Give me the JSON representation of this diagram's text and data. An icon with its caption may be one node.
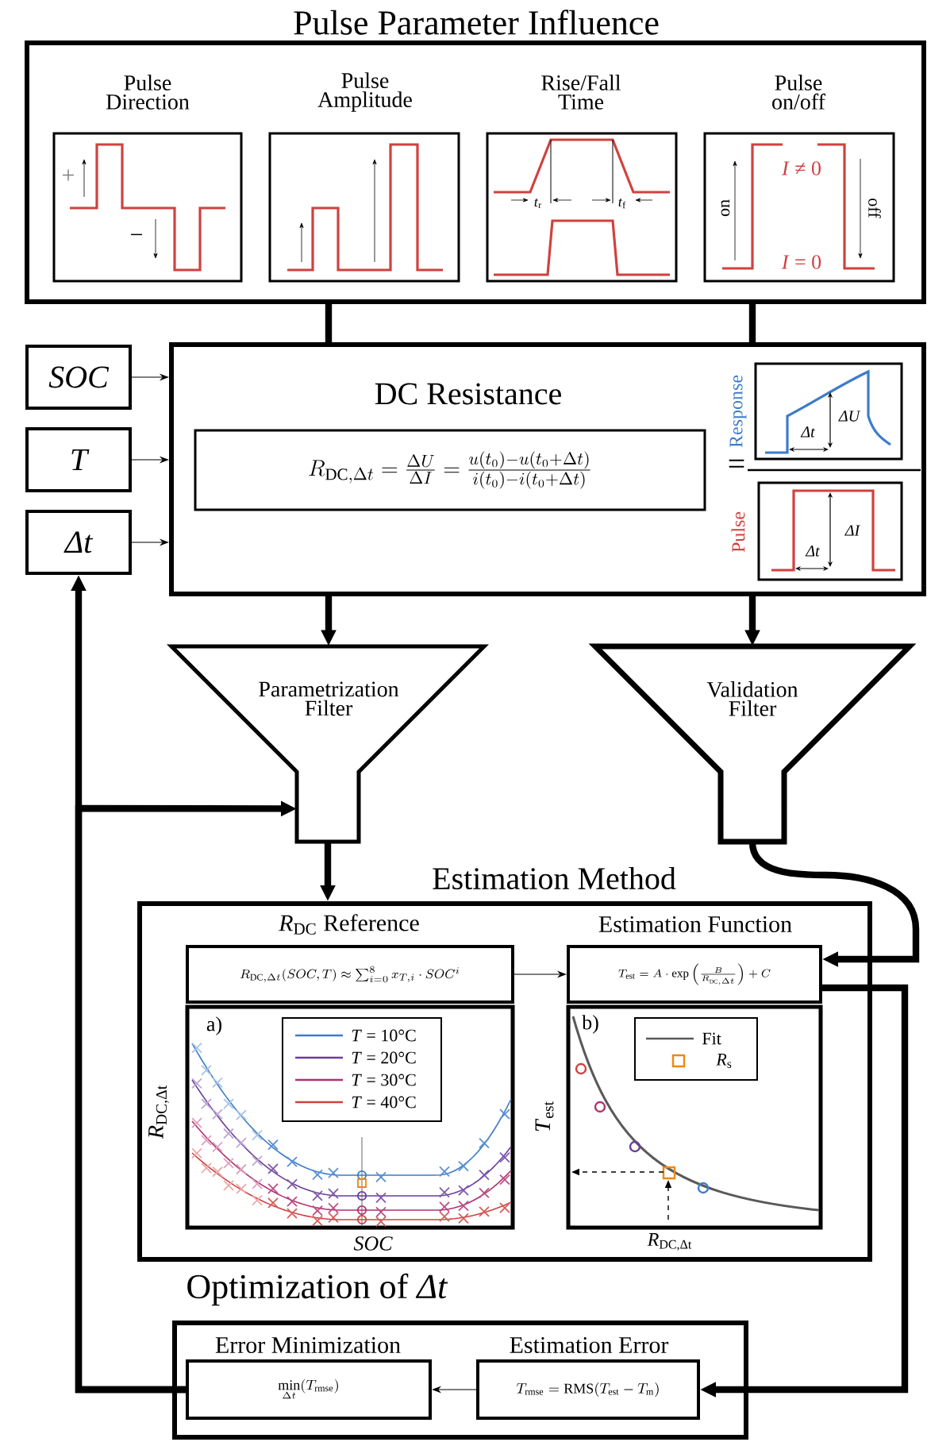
{
  "diagram": {
    "nodes": [
      {
        "text": [
          "Pulse Parameter Influence"
        ]
      },
      {
        "text": [
          "Pulse Direction"
        ],
        "in": 0
      },
      {
        "text": [
          "Pulse Amplitude"
        ],
        "in": 0
      },
      {
        "text": [
          "Rise/Fall Time"
        ],
        "in": 0
      },
      {
        "text": [
          "Pulse on/off"
        ],
        "in": 0
      },
      {
        "text": [
          "SOC"
        ]
      },
      {
        "text": [
          "T"
        ]
      },
      {
        "text": [
          "Δt"
        ]
      },
      {
        "text": [
          "DC Resistance"
        ]
      },
      {
        "text": [
          "R_{\\mathrm{DC},\\Delta t} = \\frac{\\Delta U}{\\Delta I} = \\frac{u(t_0)-u(t_0+\\Delta t)}{i(t_0)-i(t_0+\\Delta t)}"
        ],
        "in": 8
      },
      {
        "text": [
          "Response"
        ],
        "in": 8
      },
      {
        "text": [
          "Pulse"
        ],
        "in": 8
      },
      {
        "text": [
          "Parametrization Filter"
        ]
      },
      {
        "text": [
          "Validation Filter"
        ]
      },
      {
        "text": [
          "Estimation Method"
        ]
      },
      {
        "text": [
          "*R*$_{DC}$ Reference",
          "R_{\\mathrm{DC},\\Delta t}(SOC,T) \\approx \\sum_{i=0}^{8} x_{T,i} \\cdot SOC^{i}"
        ],
        "in": 14
      },
      {
        "text": [
          "Estimation Function",
          "T_{\\mathrm{est}} = A \\cdot \\exp\\left(\\frac{B}{R_{\\mathrm{DC},\\Delta t}}\\right) + C"
        ],
        "in": 14
      },
      {
        "text": [
          "a)"
        ],
        "in": 14,
        "beside": [
          "*R*$_{DC,Δt}$",
          "SOC"
        ]
      },
      {
        "text": [
          "b)"
        ],
        "in": 14,
        "beside": [
          "*T*$_{est}$",
          "*R*$_{DC,Δt}$"
        ]
      },
      {
        "text": [
          "Optimization of *Δt*"
        ]
      },
      {
        "text": [
          "Error Minimization",
          "\\min\\limits_{\\Delta t}(T_{\\mathrm{rmse}})"
        ],
        "in": 19
      },
      {
        "text": [
          "Estimation Error",
          "T_{\\mathrm{rmse}} = \\mathrm{RMS}(T_{\\mathrm{est}} - T_{\\mathrm{m}})"
        ],
        "in": 19
      }
    ],
    "edges": [
      {
        "from": 0,
        "to": 8,
        "arrow": "none"
      },
      {
        "from": 0,
        "to": 8,
        "arrow": "none"
      },
      {
        "from": 5,
        "to": 8,
        "arrow": "to"
      },
      {
        "from": 6,
        "to": 8,
        "arrow": "to"
      },
      {
        "from": 7,
        "to": 8,
        "arrow": "to"
      },
      {
        "from": 8,
        "to": 12,
        "arrow": "to"
      },
      {
        "from": 8,
        "to": 13,
        "arrow": "to"
      },
      {
        "from": 12,
        "to": 14,
        "arrow": "to"
      },
      {
        "from": 13,
        "to": 16,
        "arrow": "to"
      },
      {
        "from": 15,
        "to": 16,
        "arrow": "to"
      },
      {
        "from": 16,
        "to": 21,
        "arrow": "to"
      },
      {
        "from": 21,
        "to": 20,
        "arrow": "to"
      },
      {
        "from": 20,
        "to": 7,
        "arrow": "to"
      },
      {
        "from": 20,
        "to": 12,
        "arrow": "to"
      }
    ],
    "labels": [
      "+",
      "−",
      "*t*$_{r}$",
      "*t*$_{f}$",
      "on",
      "*I* ≠ 0",
      "*I* = 0",
      "off",
      "=",
      "Δt",
      "ΔU",
      "ΔI",
      "Δt"
    ],
    "legend": [
      {
        "text": "*T* = 10°C"
      },
      {
        "text": "*T* = 20°C"
      },
      {
        "text": "*T* = 30°C"
      },
      {
        "text": "*T* = 40°C"
      },
      {
        "text": "Fit"
      },
      {
        "text": "*R*$_{s}$"
      }
    ]
  }
}
